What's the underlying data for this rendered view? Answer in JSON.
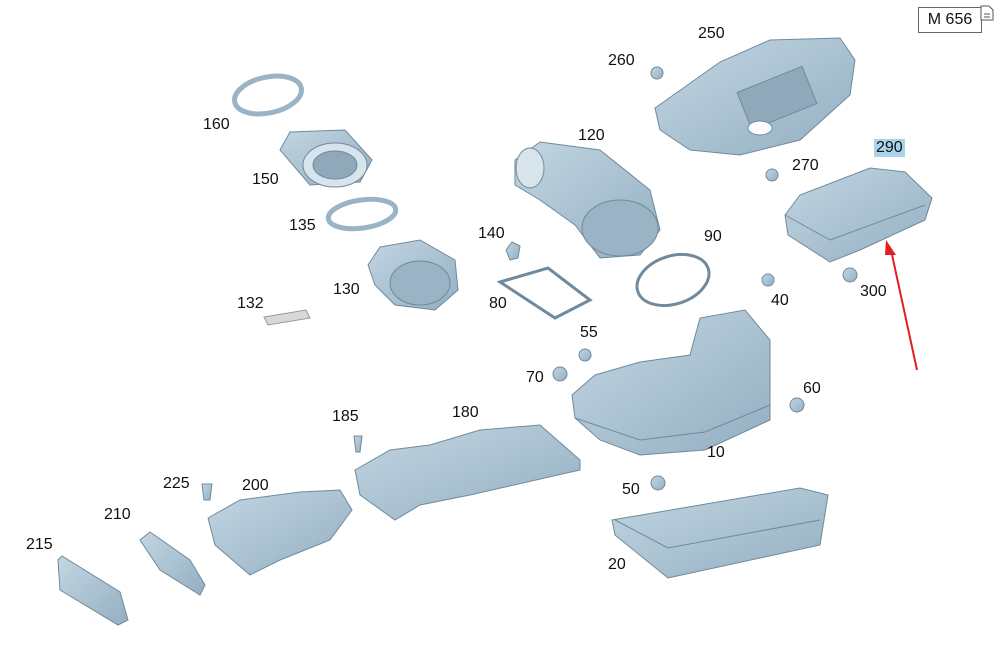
{
  "model_badge": {
    "label": "M 656",
    "icon": "document-icon"
  },
  "highlighted_part": "290",
  "colors": {
    "part_fill": "#a8c3d4",
    "part_stroke": "#6f8a9c",
    "highlight": "#a9d3e8",
    "arrow": "#e02020"
  },
  "callouts": {
    "p10": "10",
    "p20": "20",
    "p40": "40",
    "p50": "50",
    "p55": "55",
    "p60": "60",
    "p70": "70",
    "p80": "80",
    "p90": "90",
    "p120": "120",
    "p130": "130",
    "p132": "132",
    "p135": "135",
    "p140": "140",
    "p150": "150",
    "p160": "160",
    "p180": "180",
    "p185": "185",
    "p200": "200",
    "p210": "210",
    "p215": "215",
    "p225": "225",
    "p250": "250",
    "p260": "260",
    "p270": "270",
    "p290": "290",
    "p300": "300"
  }
}
